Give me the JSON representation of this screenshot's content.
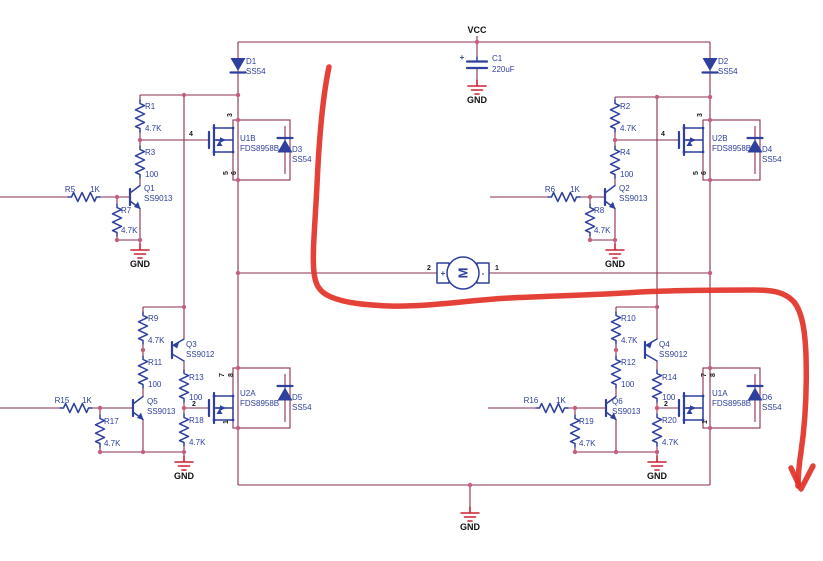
{
  "nets": {
    "vcc": "VCC",
    "gnd": "GND"
  },
  "pins": {
    "hs_gate": "4",
    "ls_gate": "2",
    "hs_s": "3",
    "hs_d_a": "5",
    "hs_d_b": "6",
    "ls_d_a": "7",
    "ls_d_b": "8",
    "ls_s": "1",
    "motor_pin_left": "2",
    "motor_pin_right": "1"
  },
  "motor": {
    "letter": "M",
    "plus": "+",
    "minus": "-"
  },
  "parts": {
    "R1": {
      "ref": "R1",
      "val": "4.7K"
    },
    "R2": {
      "ref": "R2",
      "val": "4.7K"
    },
    "R3": {
      "ref": "R3",
      "val": "100"
    },
    "R4": {
      "ref": "R4",
      "val": "100"
    },
    "R5": {
      "ref": "R5",
      "val": "1K"
    },
    "R6": {
      "ref": "R6",
      "val": "1K"
    },
    "R7": {
      "ref": "R7",
      "val": "4.7K"
    },
    "R8": {
      "ref": "R8",
      "val": "4.7K"
    },
    "R9": {
      "ref": "R9",
      "val": "4.7K"
    },
    "R10": {
      "ref": "R10",
      "val": "4.7K"
    },
    "R11": {
      "ref": "R11",
      "val": "100"
    },
    "R12": {
      "ref": "R12",
      "val": "100"
    },
    "R13": {
      "ref": "R13",
      "val": "100"
    },
    "R14": {
      "ref": "R14",
      "val": "100"
    },
    "R15": {
      "ref": "R15",
      "val": "1K"
    },
    "R16": {
      "ref": "R16",
      "val": "1K"
    },
    "R17": {
      "ref": "R17",
      "val": "4.7K"
    },
    "R18": {
      "ref": "R18",
      "val": "4.7K"
    },
    "R19": {
      "ref": "R19",
      "val": "4.7K"
    },
    "R20": {
      "ref": "R20",
      "val": "4.7K"
    },
    "Q1": {
      "ref": "Q1",
      "val": "SS9013"
    },
    "Q2": {
      "ref": "Q2",
      "val": "SS9013"
    },
    "Q3": {
      "ref": "Q3",
      "val": "SS9012"
    },
    "Q4": {
      "ref": "Q4",
      "val": "SS9012"
    },
    "Q5": {
      "ref": "Q5",
      "val": "SS9013"
    },
    "Q6": {
      "ref": "Q6",
      "val": "SS9013"
    },
    "D1": {
      "ref": "D1",
      "val": "SS54"
    },
    "D2": {
      "ref": "D2",
      "val": "SS54"
    },
    "D3": {
      "ref": "D3",
      "val": "SS54"
    },
    "D4": {
      "ref": "D4",
      "val": "SS54"
    },
    "D5": {
      "ref": "D5",
      "val": "SS54"
    },
    "D6": {
      "ref": "D6",
      "val": "SS54"
    },
    "U1A": {
      "ref": "U1A",
      "val": "FDS8958B"
    },
    "U1B": {
      "ref": "U1B",
      "val": "FDS8958B"
    },
    "U2A": {
      "ref": "U2A",
      "val": "FDS8958B"
    },
    "U2B": {
      "ref": "U2B",
      "val": "FDS8958B"
    },
    "C1": {
      "ref": "C1",
      "val": "220uF"
    }
  },
  "colors": {
    "wire": "#8b2e4e",
    "component": "#2e3f9e",
    "junction": "#c4607c",
    "ground": "#cc2233",
    "pin_text": "#1a1a1a",
    "annotation": "#e23228",
    "background": "#ffffff"
  }
}
